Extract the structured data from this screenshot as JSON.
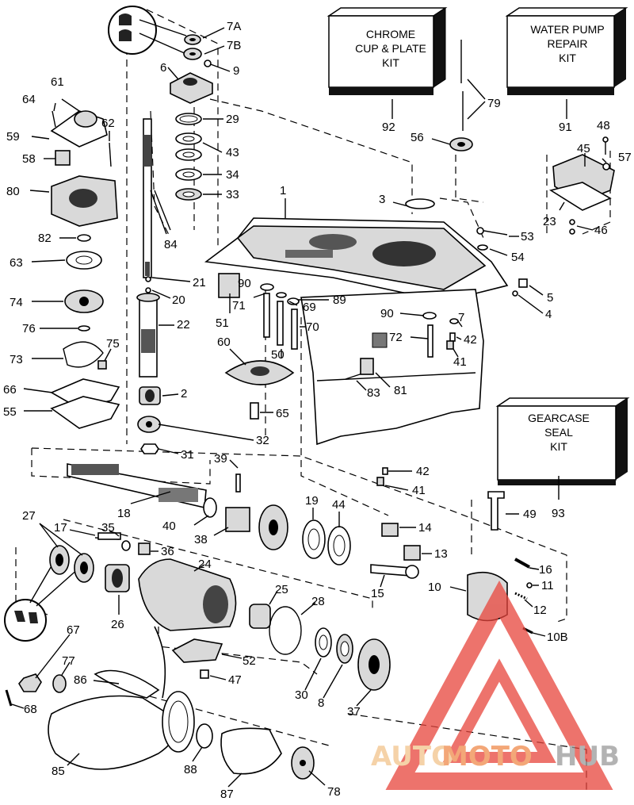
{
  "kits": [
    {
      "id": "chrome-kit",
      "lines": [
        "CHROME",
        "CUP & PLATE",
        "KIT"
      ],
      "ref": "92"
    },
    {
      "id": "water-pump-kit",
      "lines": [
        "WATER PUMP",
        "REPAIR",
        "KIT"
      ],
      "ref": "91"
    },
    {
      "id": "gearcase-seal-kit",
      "lines": [
        "GEARCASE",
        "SEAL",
        "KIT"
      ],
      "ref": "93"
    }
  ],
  "labels": {
    "l7A": "7A",
    "l7B": "7B",
    "l9": "9",
    "l6": "6",
    "l29": "29",
    "l43": "43",
    "l34": "34",
    "l33": "33",
    "l84": "84",
    "l21": "21",
    "l20": "20",
    "l22": "22",
    "l2": "2",
    "l32": "32",
    "l31": "31",
    "l61": "61",
    "l64": "64",
    "l62": "62",
    "l59": "59",
    "l58": "58",
    "l80": "80",
    "l82": "82",
    "l63": "63",
    "l74": "74",
    "l76": "76",
    "l73": "73",
    "l75": "75",
    "l66": "66",
    "l55": "55",
    "l1": "1",
    "l3": "3",
    "l79": "79",
    "l56": "56",
    "l48": "48",
    "l45": "45",
    "l57": "57",
    "l23": "23",
    "l46": "46",
    "l53": "53",
    "l54": "54",
    "l5": "5",
    "l4": "4",
    "l90a": "90",
    "l71": "71",
    "l69": "69",
    "l89": "89",
    "l90b": "90",
    "l51": "51",
    "l70": "70",
    "l72": "72",
    "l7": "7",
    "l42a": "42",
    "l41a": "41",
    "l60": "60",
    "l50": "50",
    "l83": "83",
    "l81": "81",
    "l65": "65",
    "l42b": "42",
    "l41b": "41",
    "l39": "39",
    "l18": "18",
    "l40": "40",
    "l38": "38",
    "l19": "19",
    "l44": "44",
    "l14": "14",
    "l13": "13",
    "l27": "27",
    "l17": "17",
    "l35": "35",
    "l36": "36",
    "l26": "26",
    "l24": "24",
    "l25": "25",
    "l28": "28",
    "l15": "15",
    "l10": "10",
    "l16": "16",
    "l11": "11",
    "l12": "12",
    "l10B": "10B",
    "l49": "49",
    "l67": "67",
    "l77": "77",
    "l86": "86",
    "l52": "52",
    "l47": "47",
    "l30": "30",
    "l8": "8",
    "l37": "37",
    "l68": "68",
    "l85": "85",
    "l88": "88",
    "l87": "87",
    "l78": "78"
  },
  "watermark": {
    "part1": "AUTO",
    "part2": "MOTO",
    "part3": "HUB",
    "color_tri": "#e8453c",
    "color_auto": "#f5c27a"
  }
}
